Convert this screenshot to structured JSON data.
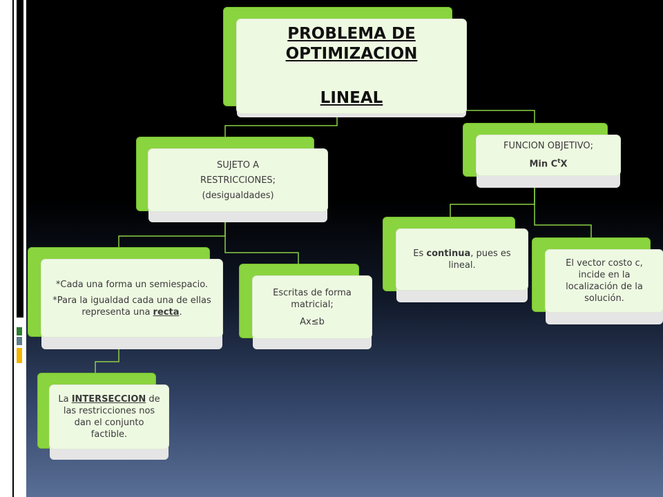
{
  "title": {
    "line1": "PROBLEMA DE OPTIMIZACION",
    "line2": "LINEAL"
  },
  "constraints_node": {
    "line1": "SUJETO  A",
    "line2": "RESTRICCIONES;",
    "line3": "(desigualdades)"
  },
  "objective_node": {
    "line1": "FUNCION OBJETIVO;",
    "line2_pre": "Min C",
    "line2_sup": "t",
    "line2_post": "X"
  },
  "halfspace_node": {
    "line1": "*Cada una forma un semiespacio.",
    "line2_pre": "*Para la igualdad cada una de ellas representa una ",
    "line2_emph": "recta",
    "line2_post": "."
  },
  "matrix_node": {
    "line1": "Escritas de forma matricial;",
    "line2": "Ax≤b"
  },
  "intersection_node": {
    "pre": "La ",
    "emph": "INTERSECCION",
    "post": " de las restricciones nos dan el conjunto factible."
  },
  "continuous_node": {
    "pre": "Es ",
    "emph": "continua",
    "post": ",  pues es lineal."
  },
  "cost_node": {
    "text": "El vector costo c, incide en la localización de la solución."
  },
  "colors": {
    "accent_green": "#8ad43f",
    "card_fill": "#eef9e2",
    "connector": "#8ccf45"
  }
}
